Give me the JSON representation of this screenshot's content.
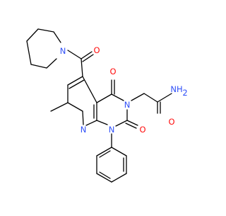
{
  "molecule": {
    "atom_labels": {
      "piperidine_n": "N",
      "ketone_o": "O",
      "c4_o": "O",
      "n3": "N",
      "amide_o": "O",
      "amide_n": "NH",
      "amide_n_sub": "2",
      "n8": "N",
      "n1": "N",
      "c2_o": "O"
    },
    "colors": {
      "bond": "#000000",
      "nitrogen": "#3050F8",
      "oxygen": "#FF0D0D",
      "background": "#FFFFFF"
    }
  }
}
